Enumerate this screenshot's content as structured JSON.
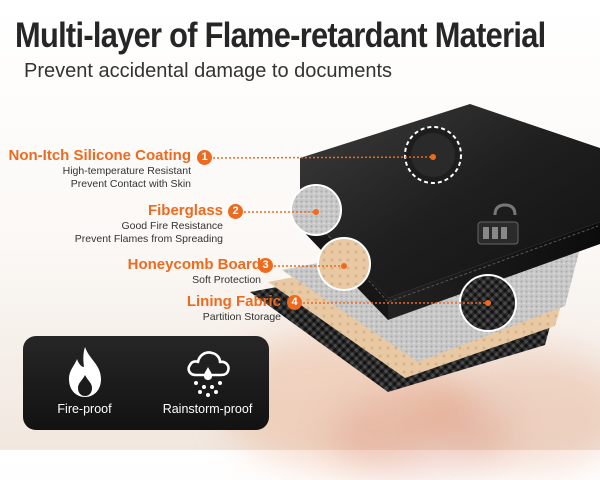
{
  "header": {
    "title": "Multi-layer of Flame-retardant Material",
    "subtitle": "Prevent accidental damage to documents"
  },
  "layers": [
    {
      "number": "1",
      "name": "Non-Itch Silicone Coating",
      "details": [
        "High-temperature Resistant",
        "Prevent Contact with Skin"
      ]
    },
    {
      "number": "2",
      "name": "Fiberglass",
      "details": [
        "Good Fire Resistance",
        "Prevent Flames from Spreading"
      ]
    },
    {
      "number": "3",
      "name": "Honeycomb Board",
      "details": [
        "Soft Protection"
      ]
    },
    {
      "number": "4",
      "name": "Lining Fabric",
      "details": [
        "Partition Storage"
      ]
    }
  ],
  "features": [
    {
      "icon": "flame-icon",
      "label": "Fire-proof"
    },
    {
      "icon": "rain-cloud-icon",
      "label": "Rainstorm-proof"
    }
  ],
  "colors": {
    "accent": "#ee6a1e",
    "title": "#262626",
    "feature_box": "#1a1a1a"
  }
}
